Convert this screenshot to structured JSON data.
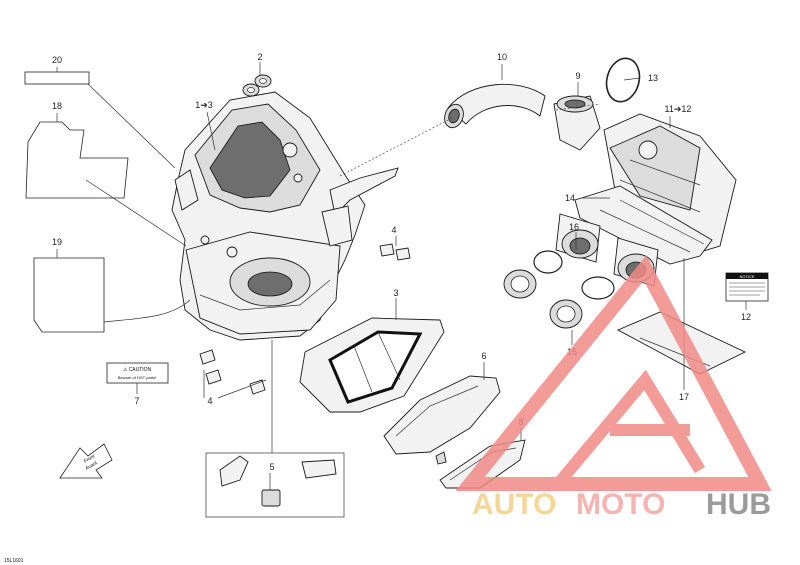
{
  "diagram": {
    "callouts": [
      {
        "id": "20",
        "text": "20"
      },
      {
        "id": "18",
        "text": "18"
      },
      {
        "id": "19",
        "text": "19"
      },
      {
        "id": "2",
        "text": "2"
      },
      {
        "id": "1",
        "text": "1➔3"
      },
      {
        "id": "10",
        "text": "10"
      },
      {
        "id": "9",
        "text": "9"
      },
      {
        "id": "13",
        "text": "13"
      },
      {
        "id": "11",
        "text": "11➔12"
      },
      {
        "id": "14",
        "text": "14"
      },
      {
        "id": "16",
        "text": "16"
      },
      {
        "id": "4a",
        "text": "4"
      },
      {
        "id": "3",
        "text": "3"
      },
      {
        "id": "7",
        "text": "7"
      },
      {
        "id": "4b",
        "text": "4"
      },
      {
        "id": "6",
        "text": "6"
      },
      {
        "id": "8",
        "text": "8"
      },
      {
        "id": "5",
        "text": "5"
      },
      {
        "id": "15",
        "text": "15"
      },
      {
        "id": "17",
        "text": "17"
      },
      {
        "id": "12",
        "text": "12"
      }
    ],
    "caution_label": {
      "title": "⚠ CAUTION",
      "text": "Beware of HOT parts!"
    },
    "notice_label": {
      "title": "NOTICE"
    },
    "front_arrow": {
      "line1": "Front",
      "line2": "Avant"
    },
    "drawing_code": "15L1601"
  },
  "watermark": {
    "brand_part1": "AUTO",
    "brand_part2": "MOTO",
    "brand_part3": "HUB",
    "colors": {
      "auto": "#f5cf85",
      "moto": "#f4a8a4",
      "hub": "#8a8a8a",
      "triangle": "#f08a86"
    }
  }
}
